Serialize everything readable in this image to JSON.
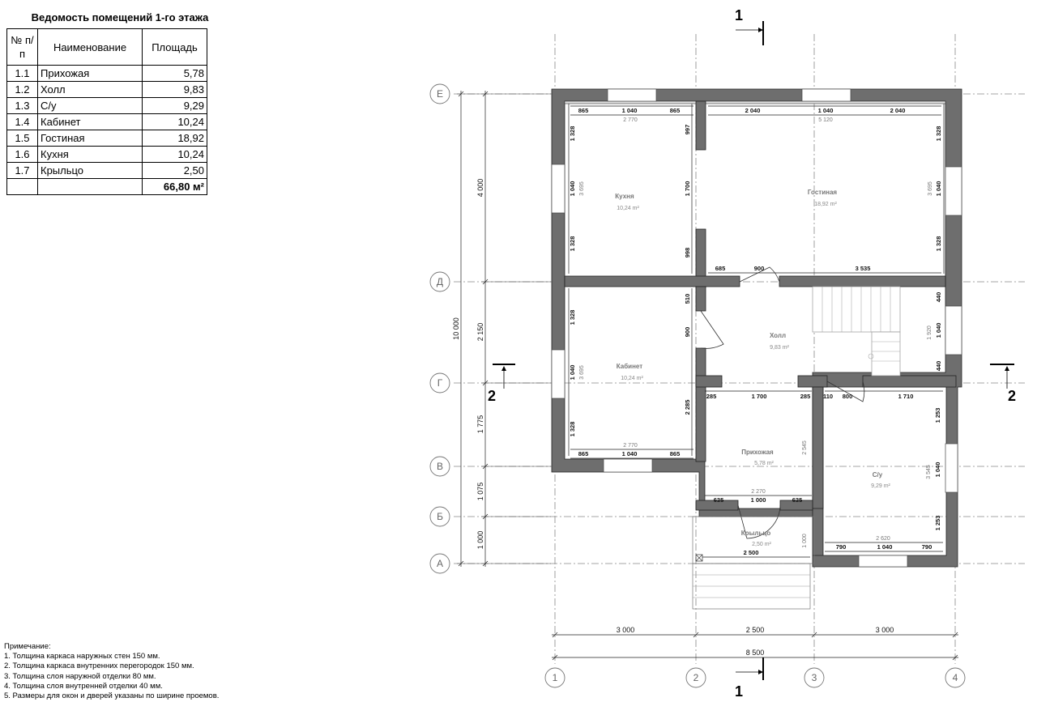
{
  "schedule": {
    "title": "Ведомость помещений 1-го этажа",
    "headers": {
      "num": "№ п/п",
      "name": "Наименование",
      "area": "Площадь"
    },
    "rows": [
      {
        "num": "1.1",
        "name": "Прихожая",
        "area": "5,78"
      },
      {
        "num": "1.2",
        "name": "Холл",
        "area": "9,83"
      },
      {
        "num": "1.3",
        "name": "С/у",
        "area": "9,29"
      },
      {
        "num": "1.4",
        "name": "Кабинет",
        "area": "10,24"
      },
      {
        "num": "1.5",
        "name": "Гостиная",
        "area": "18,92"
      },
      {
        "num": "1.6",
        "name": "Кухня",
        "area": "10,24"
      },
      {
        "num": "1.7",
        "name": "Крыльцо",
        "area": "2,50"
      }
    ],
    "total": "66,80 м²"
  },
  "notes": {
    "title": "Примечание:",
    "items": [
      "1. Толщина каркаса наружных стен 150 мм.",
      "2. Толщина каркаса внутренних перегородок 150 мм.",
      "3. Толщина слоя наружной отделки 80 мм.",
      "4. Толщина слоя внутренней отделки 40 мм.",
      "5. Размеры для окон и дверей указаны по ширине проемов."
    ]
  },
  "plan": {
    "axes_letters": [
      "Е",
      "Д",
      "Г",
      "В",
      "Б",
      "А"
    ],
    "axes_numbers": [
      "1",
      "2",
      "3",
      "4"
    ],
    "section_marks": {
      "s1": "1",
      "s2": "2"
    },
    "bottom_dims": {
      "d12": "3 000",
      "d23": "2 500",
      "d34": "3 000",
      "total": "8 500"
    },
    "left_dims": {
      "ed": "4 000",
      "dg": "2 150",
      "gv": "1 775",
      "vb": "1 075",
      "ba": "1 000",
      "total": "10 000"
    },
    "rooms": [
      {
        "name": "Кухня",
        "area": "10,24 m²"
      },
      {
        "name": "Гостиная",
        "area": "18,92 m²"
      },
      {
        "name": "Холл",
        "area": "9,83 m²"
      },
      {
        "name": "Кабинет",
        "area": "10,24 m²"
      },
      {
        "name": "Прихожая",
        "area": "5,78 m²"
      },
      {
        "name": "С/у",
        "area": "9,29 m²"
      },
      {
        "name": "Крыльцо",
        "area": "2,50 m²"
      }
    ],
    "inner_dims": {
      "k865a": "865",
      "k1040a": "1 040",
      "k865b": "865",
      "k2770a": "2 770",
      "g2040a": "2 040",
      "g1040": "1 040",
      "g2040b": "2 040",
      "g5120": "5 120",
      "h685": "685",
      "h900": "900",
      "h3535": "3 535",
      "kb865a": "865",
      "kb1040": "1 040",
      "kb865b": "865",
      "kb2770": "2 770",
      "p285a": "285",
      "p1700": "1 700",
      "p285b": "285",
      "p2270": "2 270",
      "p635a": "635",
      "p1000": "1 000",
      "p635b": "635",
      "p2545": "2 545",
      "s110": "110",
      "s800": "800",
      "s1710": "1 710",
      "s2620": "2 620",
      "s790a": "790",
      "s1040": "1 040",
      "s790b": "790",
      "s3545": "3 545",
      "s1253a": "1 253",
      "s1040v": "1 040",
      "s1253b": "1 253",
      "kv1328a": "1 328",
      "kv1040": "1 040",
      "kv1328b": "1 328",
      "kv3695": "3 695",
      "gv1328a": "1 328",
      "gv1040": "1 040",
      "gv1328b": "1 328",
      "gv3695": "3 695",
      "w997": "997",
      "w1700": "1 700",
      "w998": "998",
      "kbv1328a": "1 328",
      "kbv1040": "1 040",
      "kbv1328b": "1 328",
      "kbv3695": "3 695",
      "w510": "510",
      "w900": "900",
      "w2285": "2 285",
      "st440a": "440",
      "st1040": "1 040",
      "st440b": "440",
      "st1920": "1 920",
      "kr2500": "2 500",
      "kr1000": "1 000"
    }
  }
}
